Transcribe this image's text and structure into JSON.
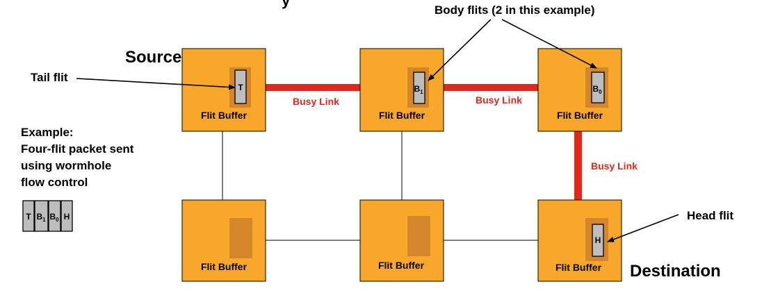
{
  "labels": {
    "top_partial": "y",
    "body_flits": "Body flits (2 in this example)",
    "source": "Source",
    "destination": "Destination",
    "tail_flit": "Tail flit",
    "head_flit": "Head flit",
    "example_lines": [
      "Example:",
      "Four-flit packet sent",
      "using wormhole",
      "flow control"
    ]
  },
  "busy_link_label": "Busy Link",
  "router_label": "Flit Buffer",
  "routers": [
    {
      "id": "r1",
      "buffer_label": "Flit Buffer",
      "flit": {
        "letter": "T",
        "sub": ""
      }
    },
    {
      "id": "r2",
      "buffer_label": "Flit Buffer",
      "flit": {
        "letter": "B",
        "sub": "1"
      }
    },
    {
      "id": "r3",
      "buffer_label": "Flit Buffer",
      "flit": {
        "letter": "B",
        "sub": "0"
      }
    },
    {
      "id": "r4",
      "buffer_label": "Flit Buffer",
      "flit": null
    },
    {
      "id": "r5",
      "buffer_label": "Flit Buffer",
      "flit": null
    },
    {
      "id": "r6",
      "buffer_label": "Flit Buffer",
      "flit": {
        "letter": "H",
        "sub": ""
      }
    }
  ],
  "packet_flits": [
    {
      "letter": "T",
      "sub": ""
    },
    {
      "letter": "B",
      "sub": "1"
    },
    {
      "letter": "B",
      "sub": "0"
    },
    {
      "letter": "H",
      "sub": ""
    }
  ],
  "colors": {
    "router_fill": "#f9a72b",
    "buffer_fill": "#d6862a",
    "flit_fill": "#bdbdbd",
    "busy_link": "#e0281e",
    "idle_link": "#000000"
  }
}
